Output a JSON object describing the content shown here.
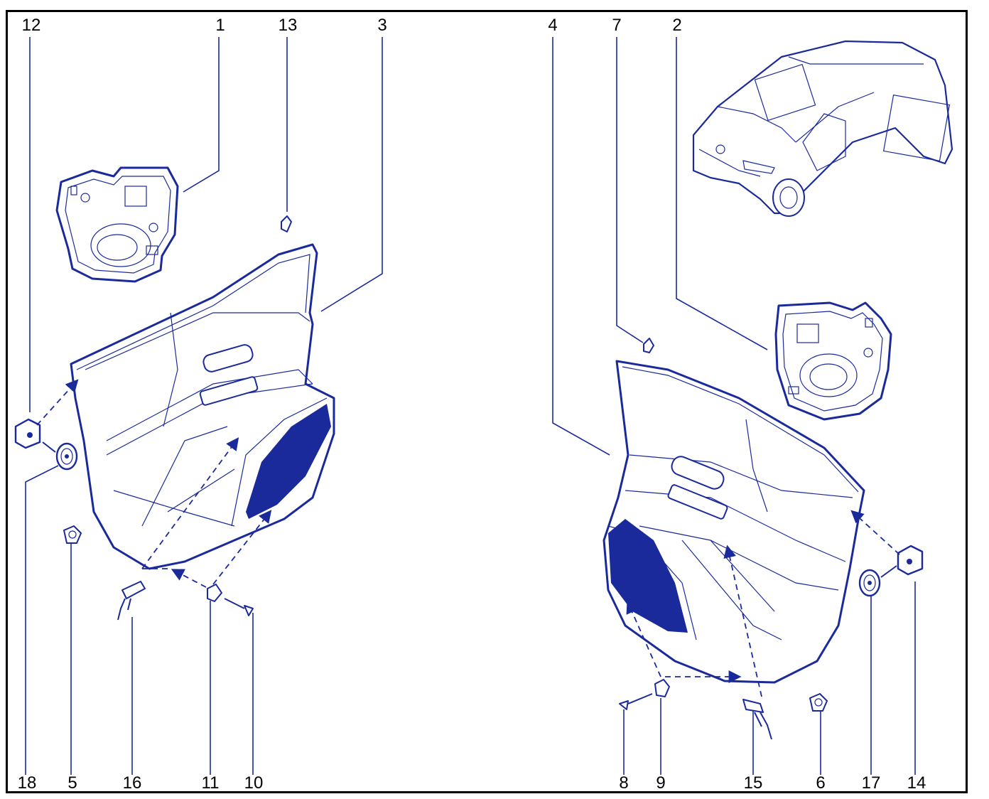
{
  "callouts": {
    "c1": "1",
    "c2": "2",
    "c3": "3",
    "c4": "4",
    "c5": "5",
    "c6": "6",
    "c7": "7",
    "c8": "8",
    "c9": "9",
    "c10": "10",
    "c11": "11",
    "c12": "12",
    "c13": "13",
    "c14": "14",
    "c15": "15",
    "c16": "16",
    "c17": "17",
    "c18": "18"
  },
  "colors": {
    "line": "#1b2a9b",
    "frame": "#000000",
    "background": "#ffffff"
  }
}
